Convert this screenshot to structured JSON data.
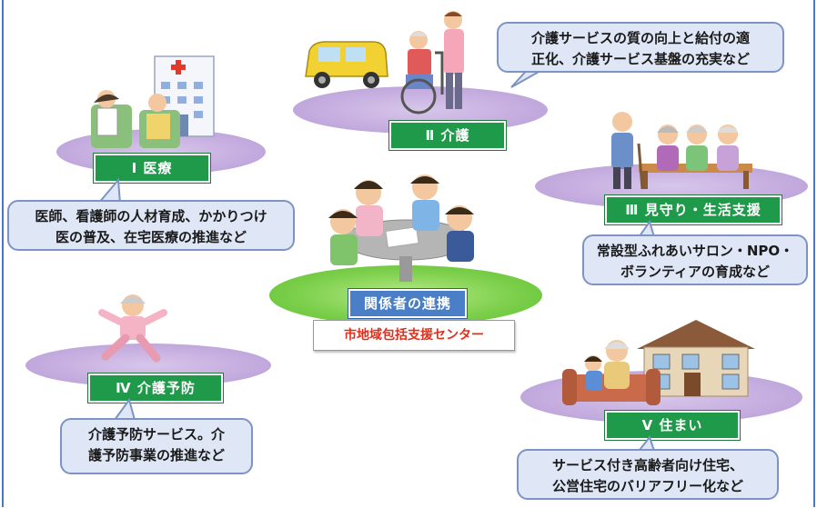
{
  "center": {
    "title": "関係者の連携",
    "subtitle": "市地域包括支援センター"
  },
  "sections": [
    {
      "label": "Ⅰ 医療",
      "desc_line1": "医師、看護師の人材育成、かかりつけ",
      "desc_line2": "医の普及、在宅医療の推進など"
    },
    {
      "label": "Ⅱ 介護",
      "desc_line1": "介護サービスの質の向上と給付の適",
      "desc_line2": "正化、介護サービス基盤の充実など"
    },
    {
      "label": "Ⅲ 見守り・生活支援",
      "desc_line1": "常設型ふれあいサロン・NPO・",
      "desc_line2": "ボランティアの育成など"
    },
    {
      "label": "Ⅳ 介護予防",
      "desc_line1": "介護予防サービス。介",
      "desc_line2": "護予防事業の推進など"
    },
    {
      "label": "Ⅴ 住まい",
      "desc_line1": "サービス付き高齢者向け住宅、",
      "desc_line2": "公営住宅のバリアフリー化など"
    }
  ],
  "colors": {
    "label_green": "#1f9a4a",
    "center_label_blue": "#4a7fc8",
    "subtitle_red": "#e02f1a",
    "ellipse_purple": "#c4acdf",
    "center_ellipse_green": "#7ed04d",
    "bubble_fill": "#dfe7f6",
    "bubble_border": "#7d93c4"
  },
  "icons": [
    "hospital-icon",
    "doctor-patient-icon",
    "care-van-icon",
    "wheelchair-caregiver-icon",
    "elderly-group-icon",
    "meeting-table-icon",
    "exercising-elderly-icon",
    "house-icon",
    "family-sofa-icon"
  ]
}
